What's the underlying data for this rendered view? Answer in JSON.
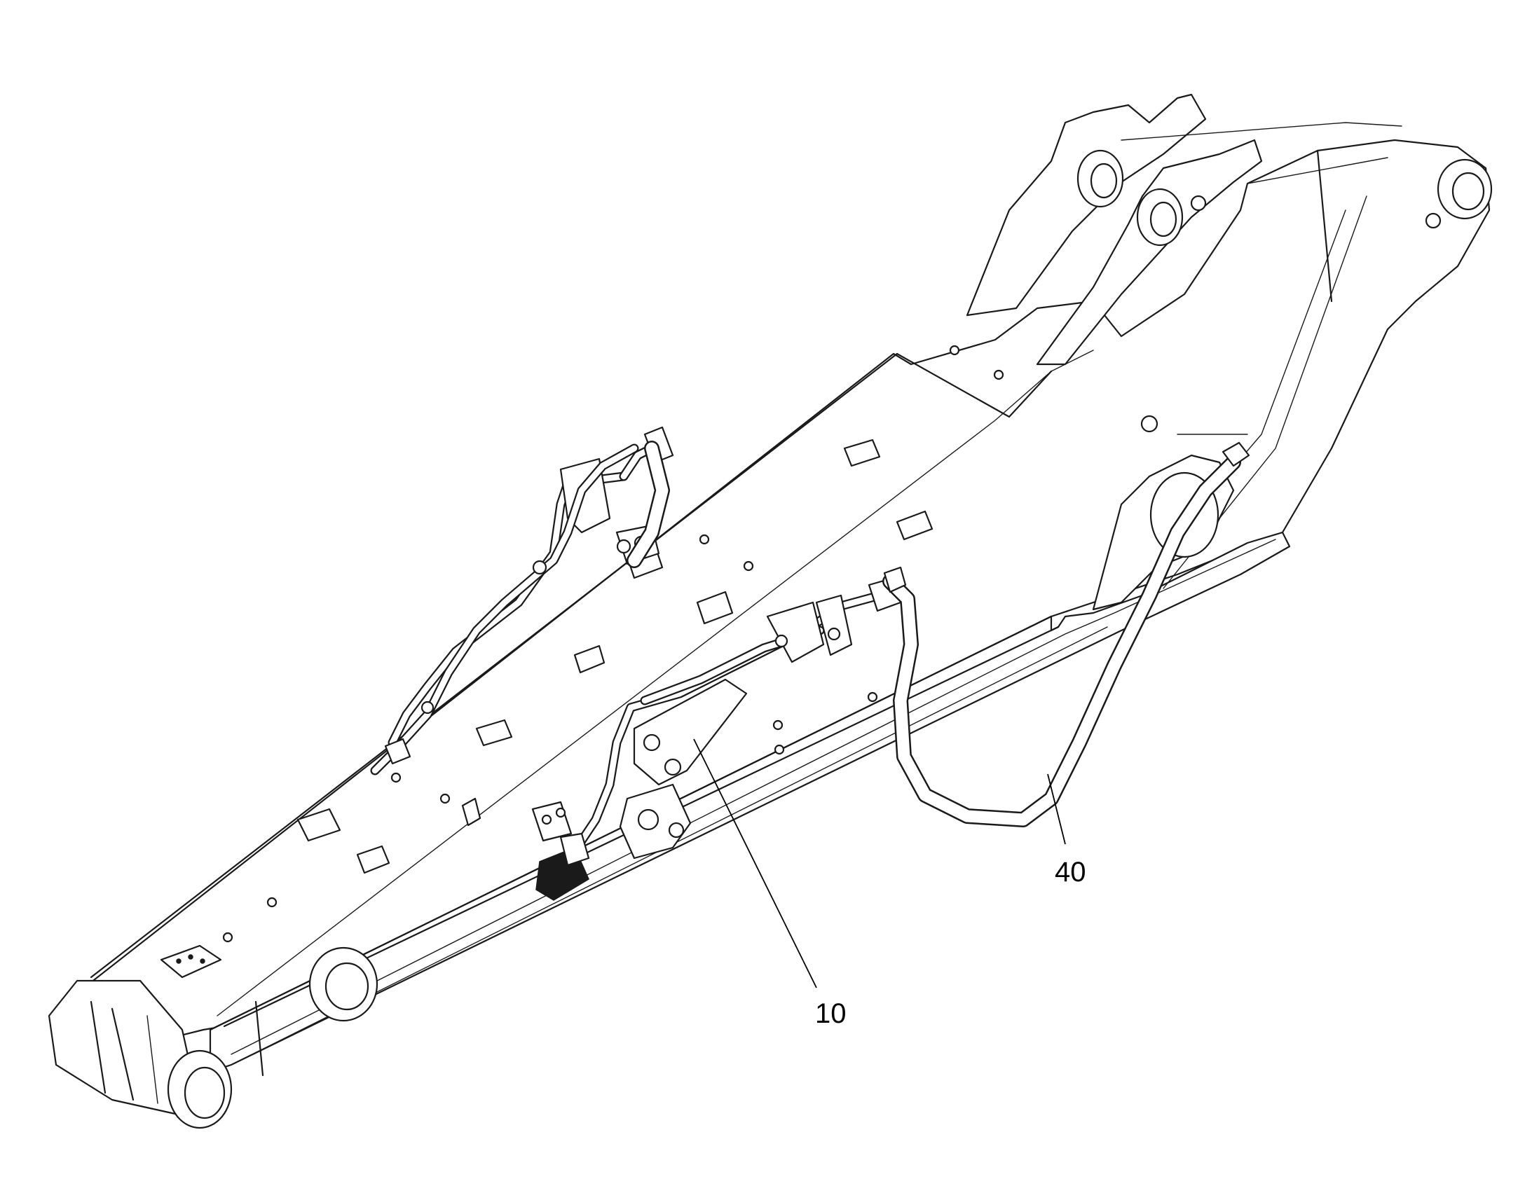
{
  "callouts": [
    {
      "id": "callout-10",
      "label": "10"
    },
    {
      "id": "callout-40",
      "label": "40"
    }
  ],
  "colors": {
    "line": "#1a1a1a",
    "background": "#ffffff"
  }
}
